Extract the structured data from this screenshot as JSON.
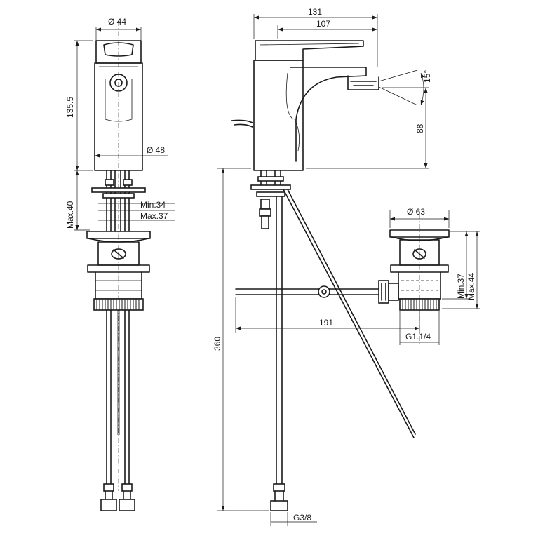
{
  "labels": {
    "dia_44": "Ø 44",
    "dim_135_5": "135.5",
    "dia_48": "Ø 48",
    "max_40": "Max.40",
    "min_34": "Min.34",
    "max_37": "Max.37",
    "dim_131": "131",
    "dim_107": "107",
    "angle_15": "15°",
    "dim_88": "88",
    "dia_63": "Ø 63",
    "min_37": "Min.37",
    "max_44": "Max.44",
    "dim_191": "191",
    "thread_g1_1_4": "G1.1/4",
    "dim_360": "360",
    "thread_g3_8": "G3/8"
  }
}
